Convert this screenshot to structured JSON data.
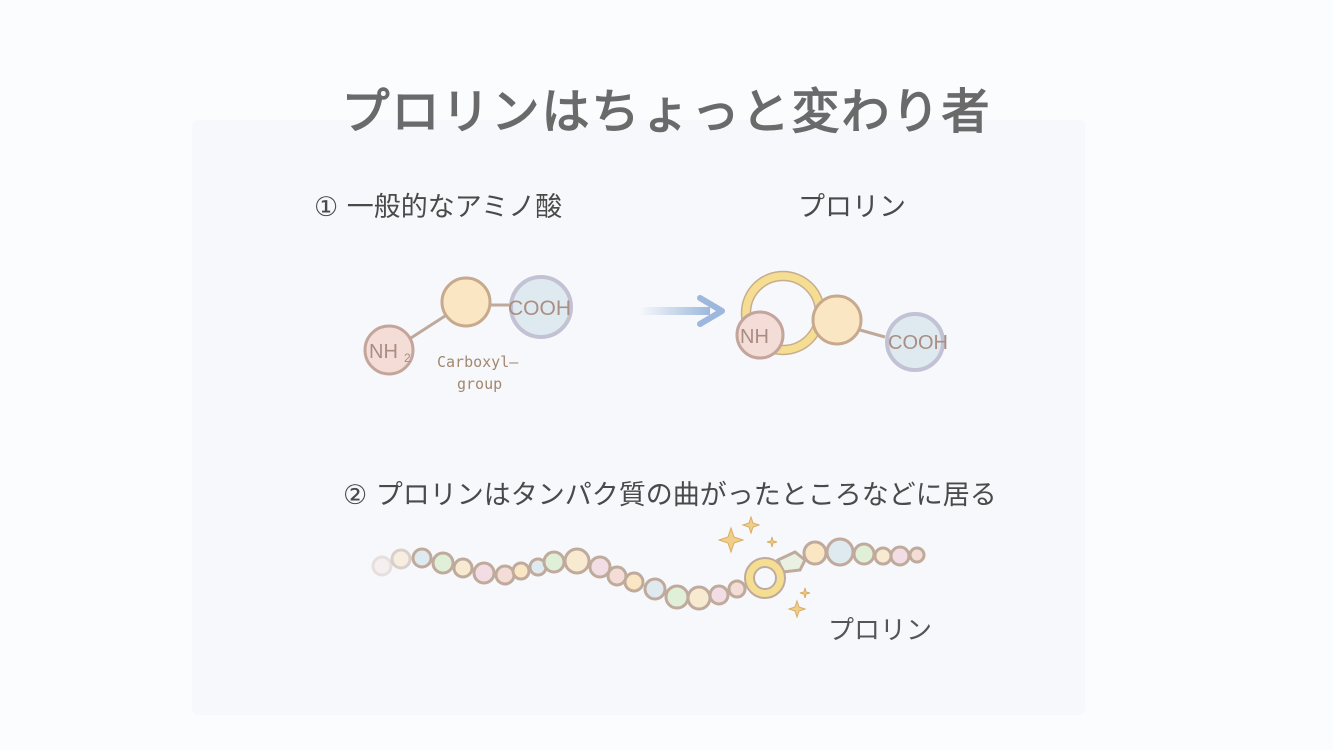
{
  "title": "プロリンはちょっと変わり者",
  "section1": {
    "left_heading": "① 一般的なアミノ酸",
    "right_heading": "プロリン",
    "general": {
      "amine": "NH",
      "amine_sub": "2",
      "carboxyl": "COOH",
      "note_line1": "Carboxyl—",
      "note_line2": "group"
    },
    "proline": {
      "amine": "NH",
      "carboxyl": "COOH"
    }
  },
  "section2": {
    "heading": "② プロリンはタンパク質の曲がったところなどに居る",
    "proline_label": "プロリン"
  },
  "colors": {
    "amine": "#f3ddd6",
    "carbon": "#fbe6c4",
    "carboxyl": "#dfeaf0",
    "ring": "#f5dd92",
    "stroke": "#bfa99c",
    "arrow": "#9db8dc"
  }
}
